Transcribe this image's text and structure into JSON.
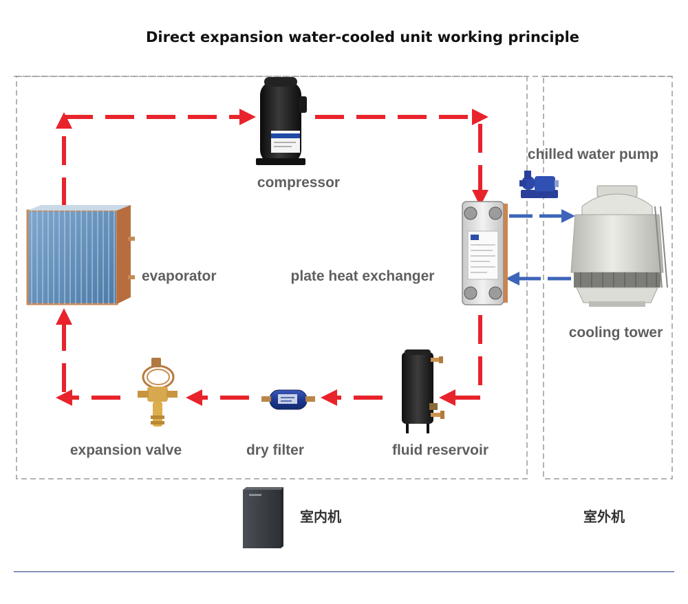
{
  "title": "Direct expansion water-cooled unit working principle",
  "components": {
    "compressor": "compressor",
    "evaporator": "evaporator",
    "plate_heat_exchanger": "plate heat exchanger",
    "chilled_water_pump": "chilled water pump",
    "cooling_tower": "cooling tower",
    "expansion_valve": "expansion valve",
    "dry_filter": "dry filter",
    "fluid_reservoir": "fluid reservoir"
  },
  "units": {
    "indoor": "室内机",
    "outdoor": "室外机"
  },
  "colors": {
    "refrigerant_line": "#e8232b",
    "water_line": "#3d64b8",
    "label_text": "#5f5f5f",
    "border": "#9a9a9a"
  },
  "icons": {
    "compressor": "compressor-icon",
    "evaporator": "evaporator-coil-icon",
    "plate_heat_exchanger": "plate-heat-exchanger-icon",
    "chilled_water_pump": "water-pump-icon",
    "cooling_tower": "cooling-tower-icon",
    "expansion_valve": "expansion-valve-icon",
    "dry_filter": "dry-filter-icon",
    "fluid_reservoir": "fluid-reservoir-icon",
    "indoor_unit": "indoor-cabinet-icon"
  }
}
